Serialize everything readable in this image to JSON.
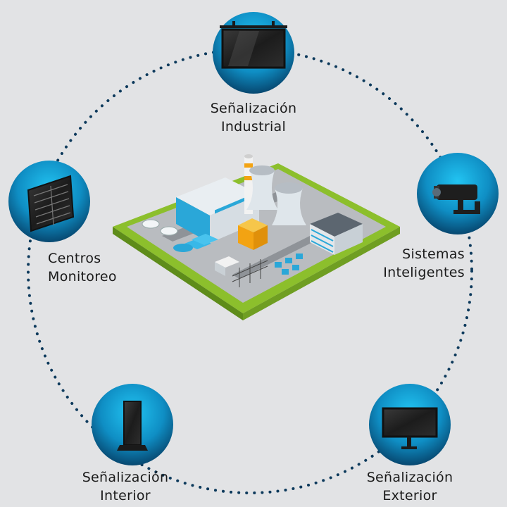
{
  "nodes": [
    {
      "id": "industrial",
      "icon": "billboard-icon",
      "line1": "Señalización",
      "line2": "Industrial"
    },
    {
      "id": "inteligentes",
      "icon": "security-camera-icon",
      "line1": "Sistemas",
      "line2": "Inteligentes"
    },
    {
      "id": "exterior",
      "icon": "outdoor-billboard-icon",
      "line1": "Señalización",
      "line2": "Exterior"
    },
    {
      "id": "interior",
      "icon": "totem-display-icon",
      "line1": "Señalización",
      "line2": "Interior"
    },
    {
      "id": "monitoreo",
      "icon": "monitoring-screen-icon",
      "line1": "Centros",
      "line2": "Monitoreo"
    }
  ],
  "center_illustration": "industrial-plant-icon",
  "colors": {
    "background": "#e2e3e5",
    "ring_dots": "#0d3a5c",
    "circle_light": "#17b3e6",
    "circle_dark": "#06456e",
    "text": "#1a1a1a"
  }
}
